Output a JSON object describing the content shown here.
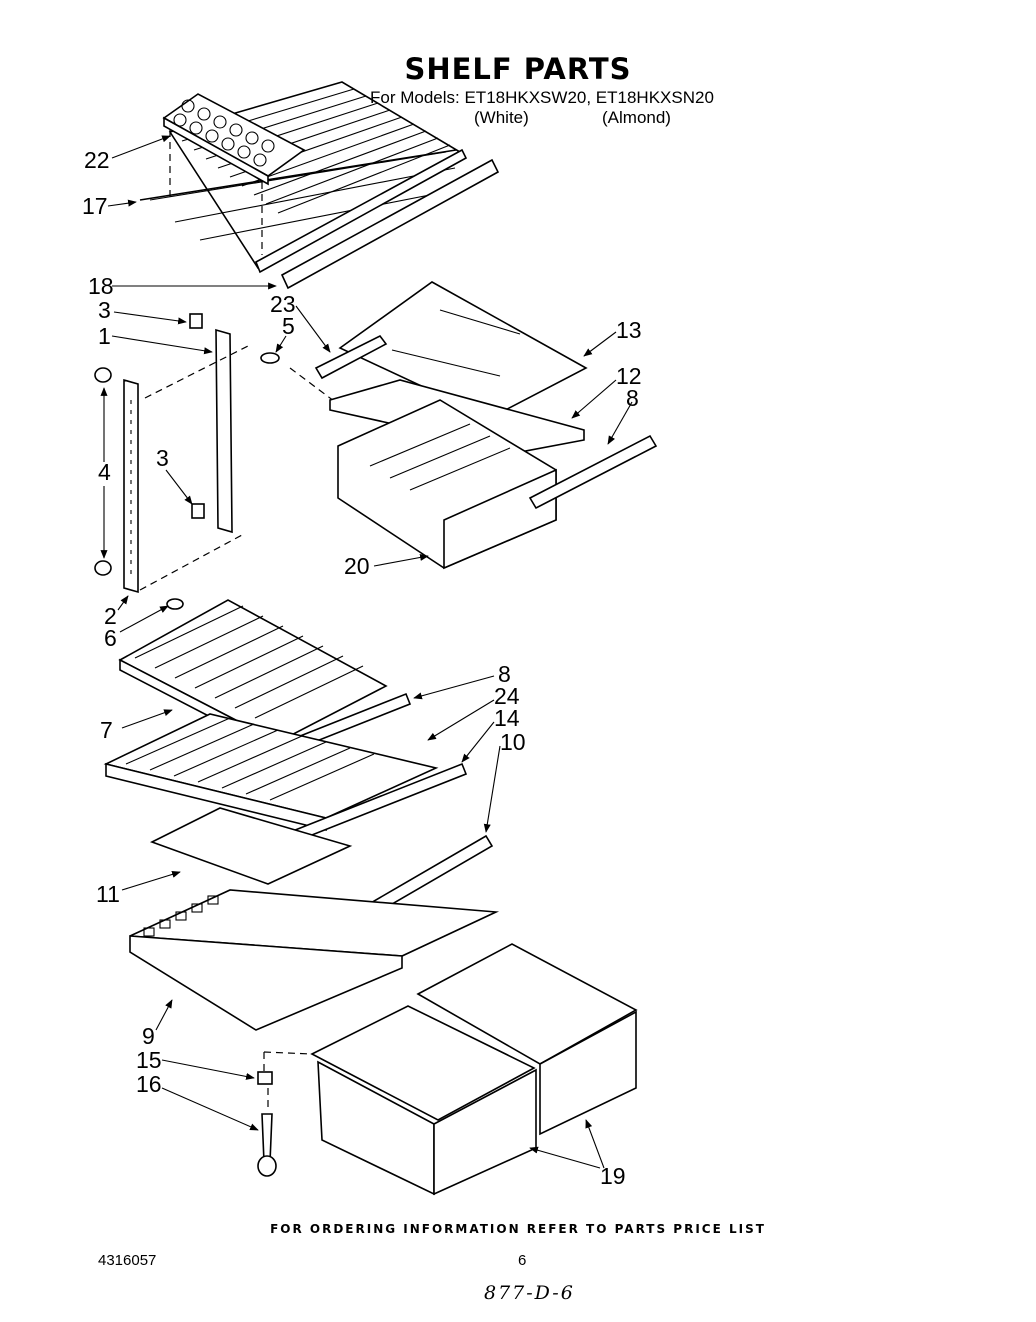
{
  "header": {
    "title": "SHELF PARTS",
    "models_line": "For Models: ET18HKXSW20, ET18HKXSN20",
    "variant_white": "(White)",
    "variant_almond": "(Almond)"
  },
  "callouts": [
    "22",
    "17",
    "18",
    "3",
    "23",
    "5",
    "1",
    "13",
    "12",
    "8",
    "4",
    "3",
    "20",
    "2",
    "6",
    "8",
    "24",
    "7",
    "14",
    "10",
    "11",
    "9",
    "15",
    "16",
    "19"
  ],
  "footer": {
    "ordering_note": "FOR ORDERING INFORMATION REFER TO PARTS PRICE LIST",
    "document_number": "4316057",
    "page_number": "6",
    "handwritten_note": "877-D-6"
  }
}
